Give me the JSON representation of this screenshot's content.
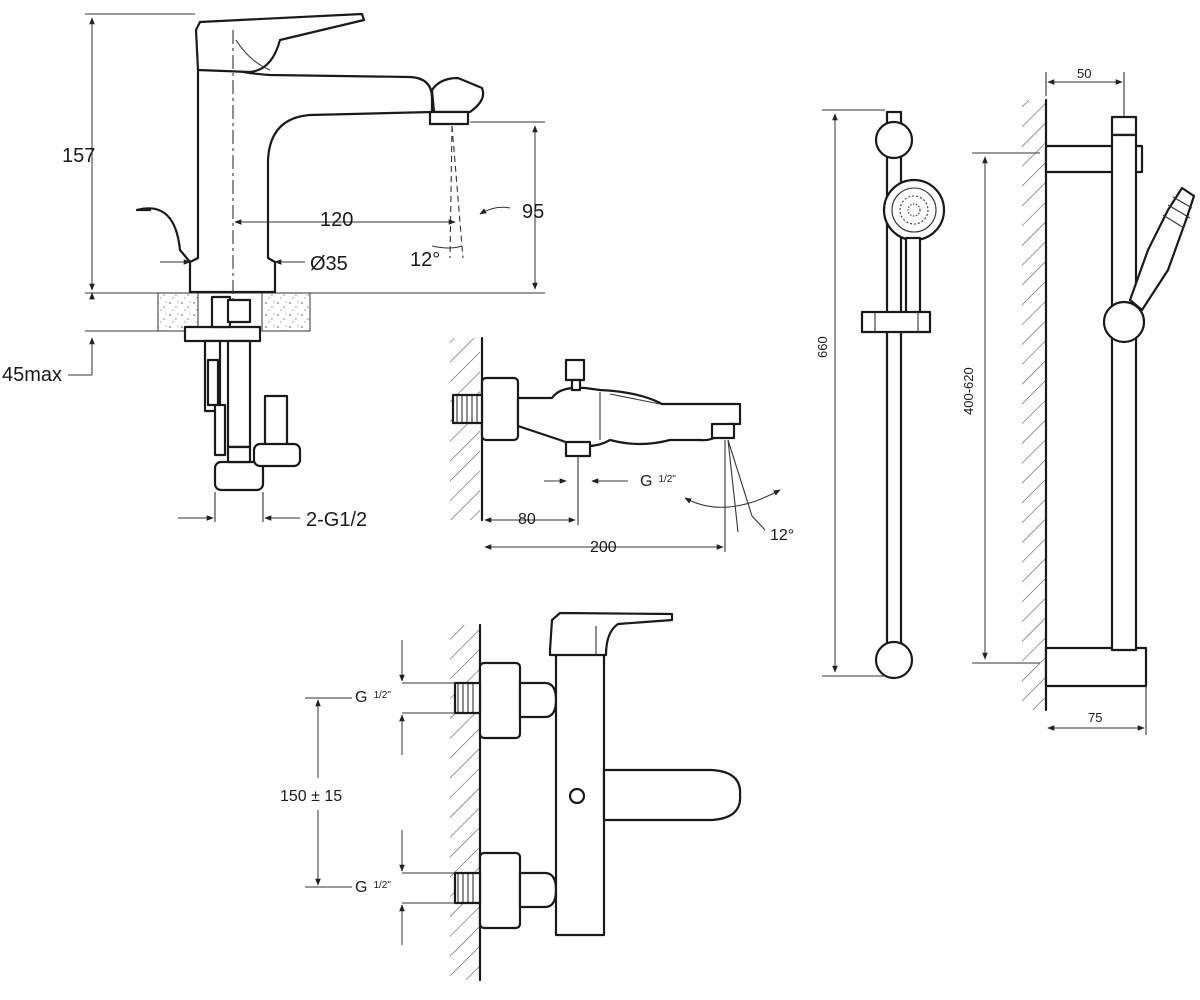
{
  "basin_mixer": {
    "height_label": "157",
    "projection_label": "120",
    "spout_height_label": "95",
    "spout_angle_label": "12°",
    "body_diameter_label": "Ø35",
    "deck_thickness_label": "45max",
    "connection_label": "2-G1/2"
  },
  "bath_spout": {
    "thread_label_main": "G",
    "thread_label_frac": "1/2\"",
    "offset_label": "80",
    "length_label": "200",
    "angle_label": "12°"
  },
  "bath_mixer": {
    "thread_top_main": "G",
    "thread_top_frac": "1/2\"",
    "centres_label": "150 ± 15",
    "thread_bottom_main": "G",
    "thread_bottom_frac": "1/2\""
  },
  "shower_rail": {
    "rail_length_label": "660",
    "fixing_centres_label": "400-620",
    "wall_offset_top_label": "50",
    "wall_offset_bottom_label": "75"
  }
}
